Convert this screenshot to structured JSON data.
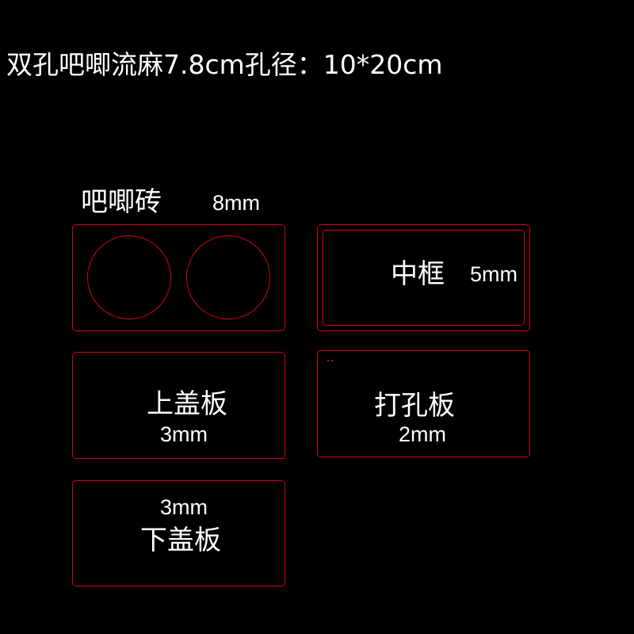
{
  "title": {
    "text": "双孔吧唧流麻7.8cm孔径：10*20cm"
  },
  "stroke_color": "#d8001a",
  "text_color": "#ffffff",
  "background_color": "#000000",
  "panels": [
    {
      "id": "badge-brick",
      "name": "吧唧砖",
      "thickness": "8mm",
      "holes": 2
    },
    {
      "id": "middle-frame",
      "name": "中框",
      "thickness": "5mm"
    },
    {
      "id": "top-cover",
      "name": "上盖板",
      "thickness": "3mm"
    },
    {
      "id": "hole-plate",
      "name": "打孔板",
      "thickness": "2mm"
    },
    {
      "id": "bottom-cover",
      "name": "下盖板",
      "thickness": "3mm"
    }
  ]
}
